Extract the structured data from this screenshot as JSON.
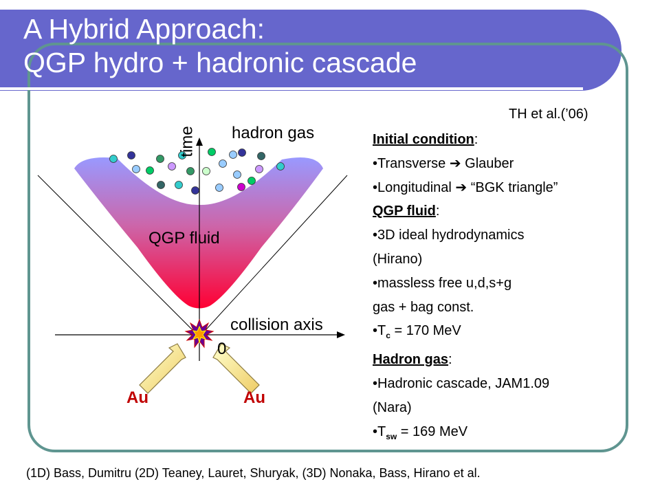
{
  "slide": {
    "title_line1": "A Hybrid Approach:",
    "title_line2": "QGP hydro + hadronic cascade"
  },
  "diagram": {
    "hadron_gas_label": "hadron gas",
    "time_label": "time",
    "qgp_fluid_label": "QGP fluid",
    "collision_axis_label": "collision axis",
    "origin_label": "0",
    "nucleus_left": "Au",
    "nucleus_right": "Au",
    "particle_colors": [
      "#33cccc",
      "#333399",
      "#339966",
      "#99ccff",
      "#cc99ff",
      "#00cc66",
      "#cc00cc",
      "#336666"
    ],
    "qgp_gradient": [
      "#9999ff",
      "#ff0033"
    ]
  },
  "reference": "TH et al.(’06)",
  "notes": {
    "initial_heading": "Initial condition",
    "initial_colon": ":",
    "transverse": "•Transverse  ➔ Glauber",
    "longitudinal": "•Longitudinal  ➔ “BGK triangle”",
    "qgp_heading": "QGP fluid",
    "qgp_colon": ":",
    "hydro": "•3D ideal hydrodynamics",
    "hydro_author": "(Hirano)",
    "massless": "•massless free u,d,s+g",
    "bag": "gas + bag const.",
    "tc_prefix": "•T",
    "tc_sub": "c",
    "tc_value": " = 170 MeV",
    "hadron_heading": "Hadron gas",
    "hadron_colon": ":",
    "cascade": "•Hadronic cascade, JAM1.09",
    "cascade_author": "(Nara)",
    "tsw_prefix": "•T",
    "tsw_sub": "sw",
    "tsw_value": " = 169 MeV"
  },
  "footer": "(1D) Bass, Dumitru (2D) Teaney, Lauret, Shuryak, (3D) Nonaka, Bass, Hirano et al."
}
